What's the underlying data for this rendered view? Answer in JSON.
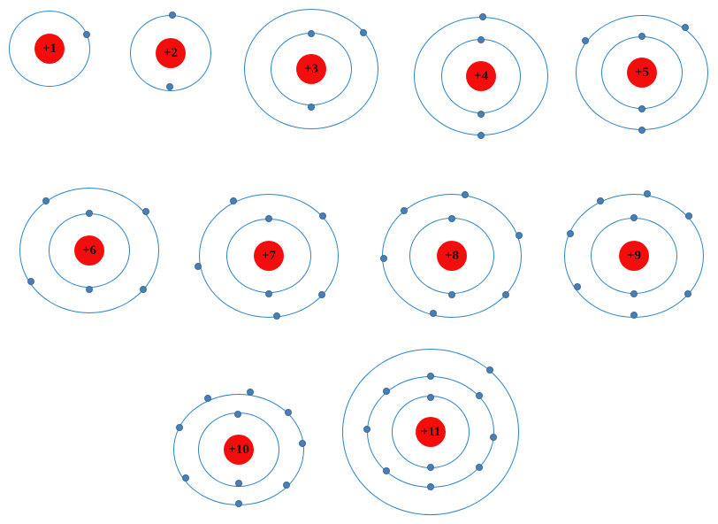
{
  "colors": {
    "orbit": "#2e84c6",
    "electron": "#4a7fb5",
    "nucleus": "#f50d0d"
  },
  "atoms": [
    {
      "charge": "+1",
      "electrons_per_shell": [
        1
      ]
    },
    {
      "charge": "+2",
      "electrons_per_shell": [
        2
      ]
    },
    {
      "charge": "+3",
      "electrons_per_shell": [
        2,
        1
      ]
    },
    {
      "charge": "+4",
      "electrons_per_shell": [
        2,
        2
      ]
    },
    {
      "charge": "+5",
      "electrons_per_shell": [
        2,
        3
      ]
    },
    {
      "charge": "+6",
      "electrons_per_shell": [
        2,
        4
      ]
    },
    {
      "charge": "+7",
      "electrons_per_shell": [
        2,
        5
      ]
    },
    {
      "charge": "+8",
      "electrons_per_shell": [
        2,
        6
      ]
    },
    {
      "charge": "+9",
      "electrons_per_shell": [
        2,
        7
      ]
    },
    {
      "charge": "+10",
      "electrons_per_shell": [
        2,
        8
      ]
    },
    {
      "charge": "+11",
      "electrons_per_shell": [
        2,
        8,
        1
      ]
    }
  ]
}
